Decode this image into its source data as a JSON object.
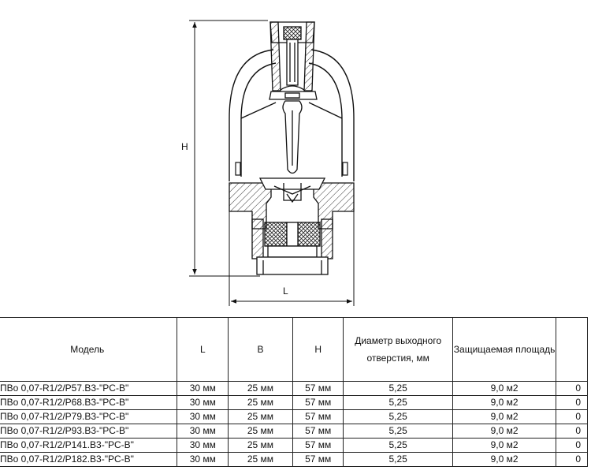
{
  "drawing": {
    "dimension_h": "H",
    "dimension_l": "L"
  },
  "table": {
    "headers": [
      "Модель",
      "L",
      "B",
      "H",
      "Диаметр выходного отверстия, мм",
      "Защищаемая площадь",
      ""
    ],
    "rows": [
      [
        "ПВо 0,07-R1/2/P57.B3-\"PC-B\"",
        "30 мм",
        "25 мм",
        "57 мм",
        "5,25",
        "9,0 м2",
        "0"
      ],
      [
        "ПВо 0,07-R1/2/P68.B3-\"PC-B\"",
        "30 мм",
        "25 мм",
        "57 мм",
        "5,25",
        "9,0 м2",
        "0"
      ],
      [
        "ПВо 0,07-R1/2/P79.B3-\"PC-B\"",
        "30 мм",
        "25 мм",
        "57 мм",
        "5,25",
        "9,0 м2",
        "0"
      ],
      [
        "ПВо 0,07-R1/2/P93.B3-\"PC-B\"",
        "30 мм",
        "25 мм",
        "57 мм",
        "5,25",
        "9,0 м2",
        "0"
      ],
      [
        "ПВо 0,07-R1/2/P141.B3-\"PC-B\"",
        "30 мм",
        "25 мм",
        "57 мм",
        "5,25",
        "9,0 м2",
        "0"
      ],
      [
        "ПВо 0,07-R1/2/P182.B3-\"PC-B\"",
        "30 мм",
        "25 мм",
        "57 мм",
        "5,25",
        "9,0 м2",
        "0"
      ]
    ]
  }
}
